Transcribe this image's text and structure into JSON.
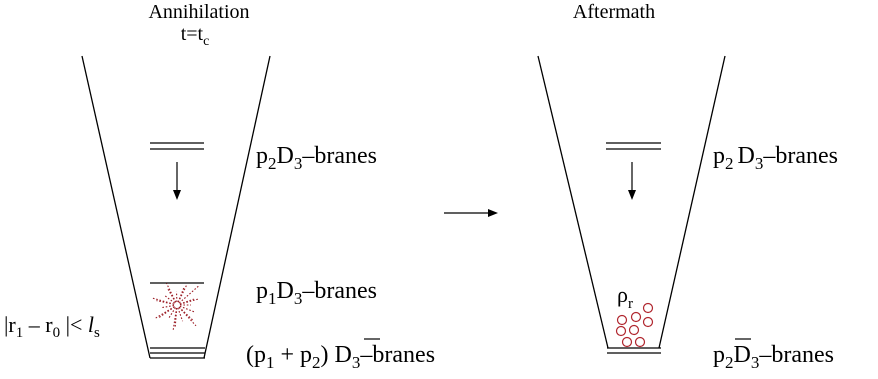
{
  "left_panel": {
    "title": "Annihilation",
    "time_label": {
      "t": "t=t",
      "sub": "c"
    },
    "upper_stack": {
      "p": "p",
      "p_sub": "2",
      "D": "D",
      "D_sub": "3",
      "suffix": "–branes"
    },
    "middle_stack": {
      "p": "p",
      "p_sub": "1",
      "D": "D",
      "D_sub": "3",
      "suffix": "–branes"
    },
    "lower_stack": {
      "prefix": "(p",
      "sub1": "1",
      "mid": " + p",
      "sub2": "2",
      "close": ") ",
      "D": "D",
      "D_sub": "3",
      "suffix": "–branes"
    },
    "condition": {
      "r1": "|r",
      "r1_sub": "1",
      "minus": " – r",
      "r0_sub": "0",
      "rest": " |< ",
      "l": "l",
      "l_sub": "s"
    }
  },
  "right_panel": {
    "title": "Aftermath",
    "upper_stack": {
      "p": "p",
      "p_sub": "2",
      "D": "D",
      "D_sub": "3",
      "suffix": "–branes"
    },
    "lower_stack": {
      "p": "p",
      "p_sub": "2",
      "D": "D",
      "D_sub": "3",
      "suffix": "–branes"
    },
    "radiation": {
      "rho": "ρ",
      "sub": "r"
    }
  },
  "colors": {
    "line": "#000000",
    "radiation": "#b0262e",
    "explosion": "#9b1c24"
  }
}
